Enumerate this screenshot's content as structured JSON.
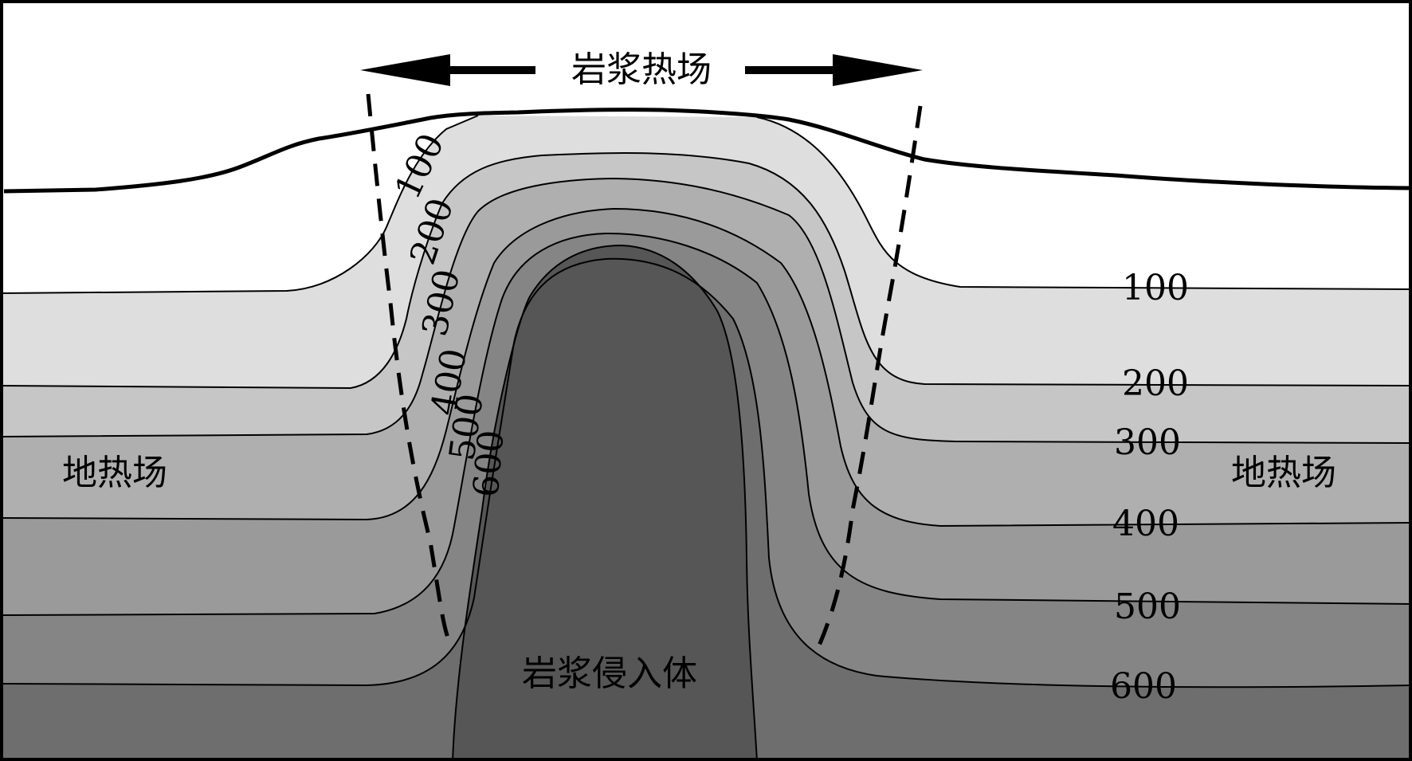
{
  "title": "岩浆热场",
  "left_zone": "地热场",
  "right_zone": "地热场",
  "intrusion": "岩浆侵入体",
  "isotherm_labels": [
    "100",
    "200",
    "300",
    "400",
    "500",
    "600"
  ],
  "colors": {
    "band_100": "#dedede",
    "band_200": "#c6c6c6",
    "band_300": "#afafaf",
    "band_400": "#9a9a9a",
    "band_500": "#858585",
    "band_600": "#6e6e6e",
    "intrusion": "#565656",
    "line": "#000000"
  }
}
